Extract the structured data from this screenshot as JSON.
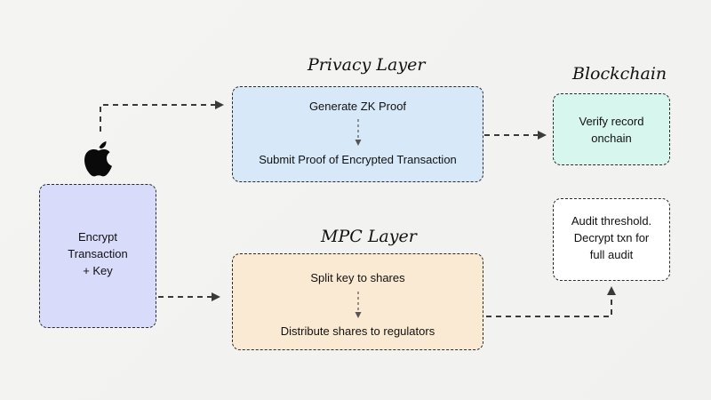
{
  "diagram": {
    "source_box": {
      "lines": [
        "Encrypt",
        "Transaction",
        "+ Key"
      ],
      "color": "#d8dcfa",
      "icon": "apple-icon"
    },
    "privacy_layer": {
      "title": "Privacy Layer",
      "step1": "Generate ZK Proof",
      "step2": "Submit Proof of Encrypted Transaction",
      "color": "#d7e9f9"
    },
    "mpc_layer": {
      "title": "MPC Layer",
      "step1": "Split key to shares",
      "step2": "Distribute shares to regulators",
      "color": "#fbead3"
    },
    "blockchain": {
      "title": "Blockchain",
      "lines": [
        "Verify record",
        "onchain"
      ],
      "color": "#d7f7ee"
    },
    "audit_box": {
      "lines": [
        "Audit threshold.",
        "Decrypt txn for",
        "full audit"
      ],
      "color": "#ffffff"
    },
    "arrow_color": "#3a3a3a"
  }
}
